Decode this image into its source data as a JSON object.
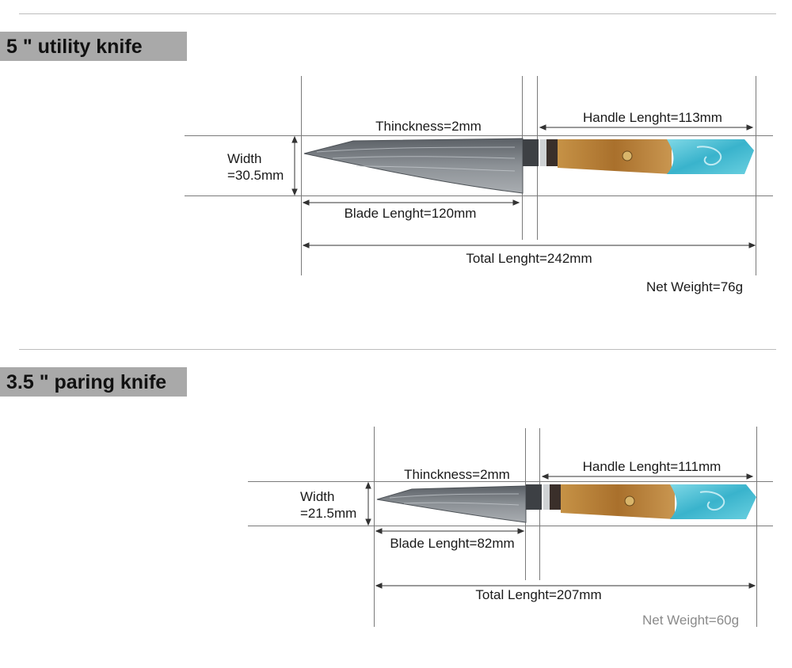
{
  "sections": [
    {
      "title": "5 \" utility knife",
      "thickness": "Thinckness=2mm",
      "handle_length": "Handle Lenght=113mm",
      "width_line1": "Width",
      "width_line2": "=30.5mm",
      "blade_length": "Blade Lenght=120mm",
      "total_length": "Total Lenght=242mm",
      "net_weight": "Net Weight=76g"
    },
    {
      "title": "3.5 \" paring knife",
      "thickness": "Thinckness=2mm",
      "handle_length": "Handle Lenght=111mm",
      "width_line1": "Width",
      "width_line2": "=21.5mm",
      "blade_length": "Blade Lenght=82mm",
      "total_length": "Total Lenght=207mm",
      "net_weight": "Net Weight=60g"
    }
  ],
  "colors": {
    "title_bg": "#a9a9a9",
    "line": "#7a7a7a",
    "blade": "#6e7378",
    "handle_wood": "#b8863a",
    "handle_resin": "#4fc3d6"
  }
}
